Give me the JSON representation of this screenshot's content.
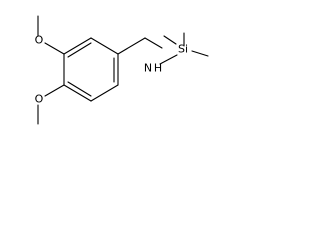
{
  "molecule": {
    "atoms": {
      "o1": "O",
      "o2": "O",
      "n": "N",
      "h": "H",
      "si": "Si"
    }
  }
}
